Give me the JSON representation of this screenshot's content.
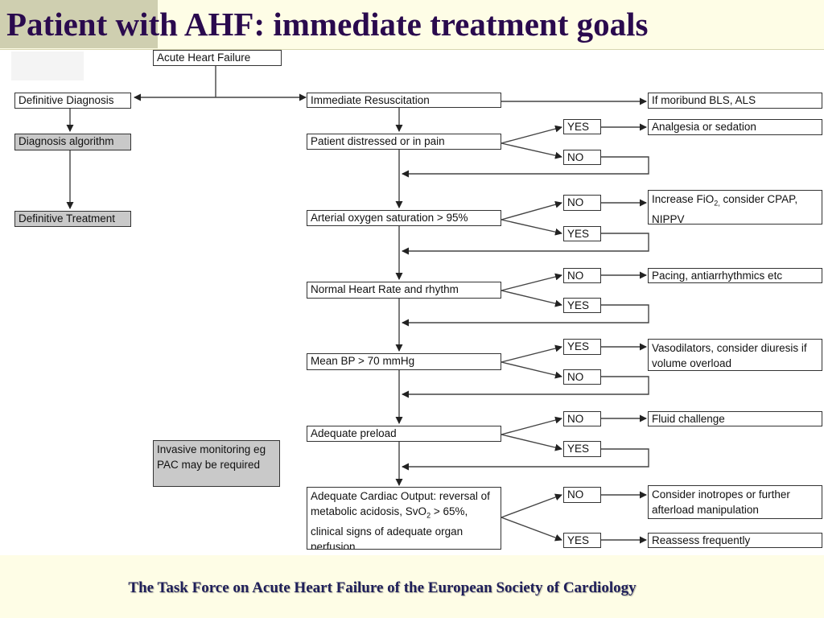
{
  "title": "Patient with AHF: immediate treatment goals",
  "footer": "The Task Force on Acute Heart Failure of the European Society of Cardiology",
  "left": {
    "start": "Acute Heart Failure",
    "diagnosis": "Definitive Diagnosis",
    "algorithm": "Diagnosis algorithm",
    "treatment": "Definitive Treatment",
    "monitoring": "Invasive monitoring eg PAC may be required"
  },
  "steps": {
    "resus": "Immediate Resuscitation",
    "distress": "Patient distressed or in pain",
    "oxygen": "Arterial oxygen saturation > 95%",
    "rhythm": "Normal Heart Rate and rhythm",
    "bp": "Mean BP > 70 mmHg",
    "preload": "Adequate preload",
    "output": "Adequate Cardiac Output: reversal of metabolic acidosis, SvO2 > 65%, clinical signs of adequate organ perfusion"
  },
  "answers": {
    "yes": "YES",
    "no": "NO"
  },
  "actions": {
    "moribund": "If moribund BLS, ALS",
    "analgesia": "Analgesia or sedation",
    "fio2": "Increase FiO2, consider CPAP, NIPPV",
    "pacing": "Pacing, antiarrhythmics etc",
    "vasodilators": "Vasodilators, consider diuresis if volume overload",
    "fluid": "Fluid challenge",
    "inotropes": "Consider inotropes or further afterload manipulation",
    "reassess": "Reassess frequently"
  }
}
